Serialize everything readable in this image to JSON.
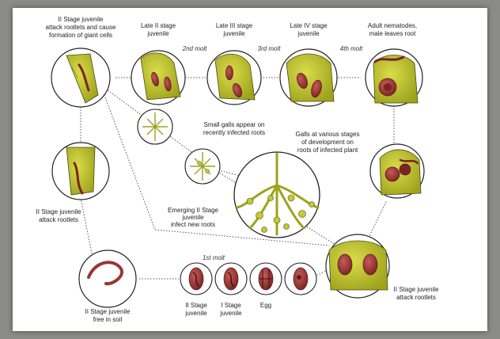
{
  "labels": {
    "stage_attack": [
      "II Stage juvenile",
      "attack rootlets and cause",
      "formation of giant cells"
    ],
    "late_ii": [
      "Late II stage",
      "juvenile"
    ],
    "late_iii": [
      "Late III stage",
      "juvenile"
    ],
    "late_iv": [
      "Late IV stage",
      "juvenile"
    ],
    "adult": [
      "Adult nematodes,",
      "male leaves root"
    ],
    "small_galls": [
      "Small galls appear on",
      "recently infected roots"
    ],
    "galls_various": [
      "Galls at various stages",
      "of development on",
      "roots of infected plant"
    ],
    "attack_left": [
      "II Stage juvenile",
      "attack rootlets"
    ],
    "emerging": [
      "Emerging II Stage",
      "juvenile",
      "infect new roots"
    ],
    "free_soil": [
      "II Stage juvenile",
      "free in soil"
    ],
    "juv_ii": [
      "II Stage",
      "juvenile"
    ],
    "juv_i": [
      "I Stage",
      "juvenile"
    ],
    "egg": [
      "Egg"
    ],
    "attack_right": [
      "II Stage juvenile",
      "attack rootlets"
    ]
  },
  "molts": {
    "first": "1st molt",
    "second": "2nd molt",
    "third": "3rd molt",
    "fourth": "4th molt"
  },
  "colors": {
    "root": "#c7c832",
    "root_outline": "#4a4a10",
    "nematode": "#a33a3a",
    "nematode_dark": "#5a1c1c",
    "circle_stroke": "#222222",
    "connector": "#444444"
  }
}
